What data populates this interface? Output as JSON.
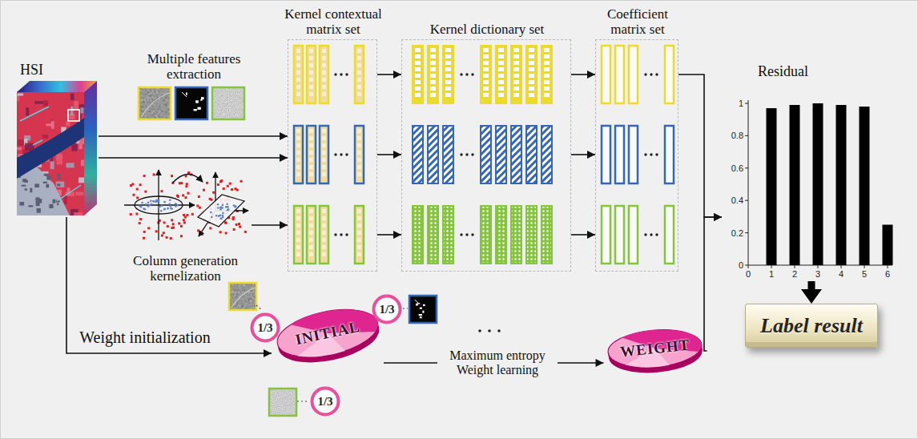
{
  "diagram": {
    "nodes": [
      {
        "text": [
          "HSI"
        ]
      },
      {
        "text": [
          "Multiple features extraction"
        ]
      },
      {
        "text": [
          "Column generation kernelization"
        ]
      },
      {
        "text": [
          "Kernel contextual matrix set"
        ]
      },
      {
        "text": [
          "Kernel dictionary set"
        ]
      },
      {
        "text": [
          "Coefficient matrix set"
        ]
      },
      {
        "text": [
          "Residual"
        ]
      },
      {
        "text": [
          "Label result"
        ]
      },
      {
        "text": [
          "1/3"
        ]
      },
      {
        "text": [
          "INITIAL"
        ]
      },
      {
        "text": [
          "1/3"
        ]
      },
      {
        "text": [
          "1/3"
        ]
      },
      {
        "text": [
          "WEIGHT"
        ]
      }
    ],
    "edges": [
      {
        "from": 0,
        "to": 3,
        "arrow": "to"
      },
      {
        "from": 0,
        "to": 3,
        "arrow": "to"
      },
      {
        "from": 2,
        "to": 3,
        "arrow": "to"
      },
      {
        "from": 3,
        "to": 4,
        "arrow": "to"
      },
      {
        "from": 3,
        "to": 4,
        "arrow": "to"
      },
      {
        "from": 3,
        "to": 4,
        "arrow": "to"
      },
      {
        "from": 4,
        "to": 5,
        "arrow": "to"
      },
      {
        "from": 4,
        "to": 5,
        "arrow": "to"
      },
      {
        "from": 4,
        "to": 5,
        "arrow": "to"
      },
      {
        "from": 5,
        "to": 6,
        "arrow": "to"
      },
      {
        "from": 12,
        "to": 6,
        "arrow": "to"
      },
      {
        "from": 6,
        "to": 7,
        "arrow": "to"
      },
      {
        "from": 0,
        "to": 9,
        "arrow": "to",
        "label": "Weight initialization"
      },
      {
        "from": 9,
        "to": 12,
        "arrow": "to",
        "label": "Maximum entropy Weight learning"
      }
    ],
    "labels": [
      "1",
      "0.8",
      "0.6",
      "0.4",
      "0.2",
      "0",
      "0",
      "1",
      "2",
      "3",
      "4",
      "5",
      "6"
    ]
  }
}
